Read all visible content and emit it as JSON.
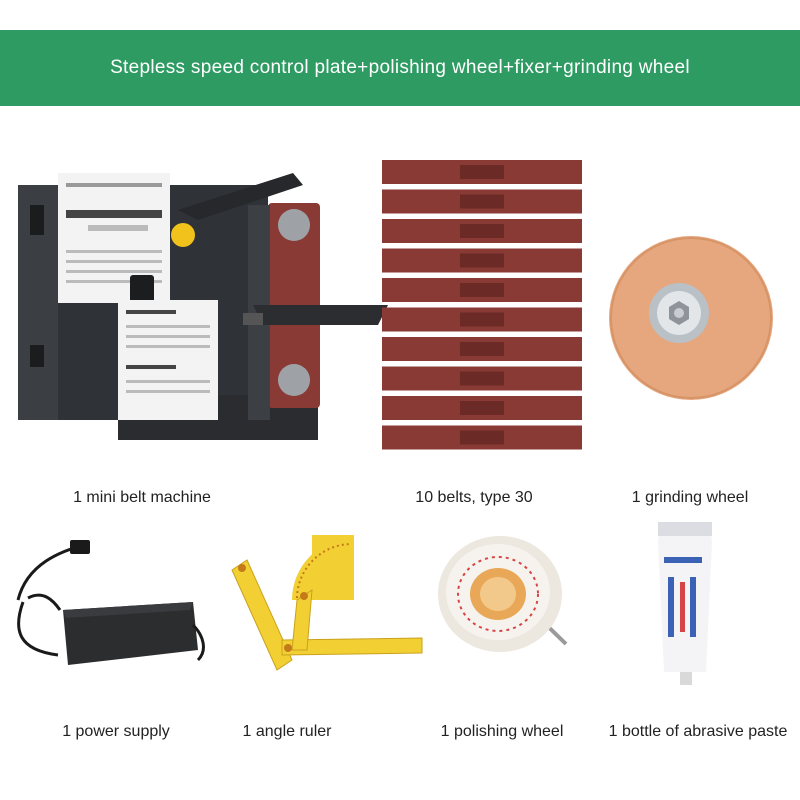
{
  "banner": {
    "title": "Stepless speed control plate+polishing wheel+fixer+grinding wheel"
  },
  "items": [
    {
      "label": "1 mini belt machine",
      "icon": "belt-sander-machine"
    },
    {
      "label": "10 belts, type 30",
      "icon": "sanding-belts"
    },
    {
      "label": "1 grinding wheel",
      "icon": "grinding-wheel"
    },
    {
      "label": "1 power supply",
      "icon": "power-adapter"
    },
    {
      "label": "1 angle ruler",
      "icon": "angle-ruler"
    },
    {
      "label": "1 polishing wheel",
      "icon": "polishing-wheel"
    },
    {
      "label": "1 bottle of abrasive paste",
      "icon": "abrasive-paste-tube"
    }
  ],
  "colors": {
    "banner": "#2e9b63",
    "belt": "#8a3a34",
    "grinding_wheel": "#e6a77e",
    "ruler": "#f2d033"
  }
}
